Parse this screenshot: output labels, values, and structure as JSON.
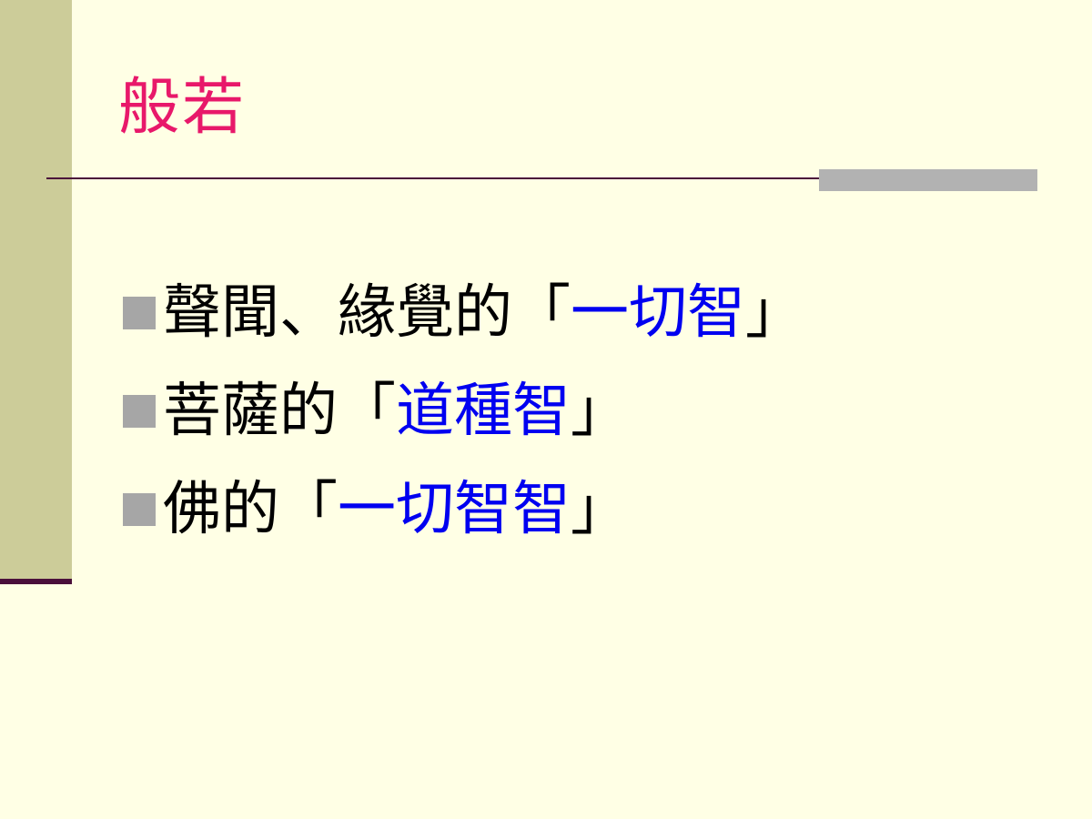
{
  "slide": {
    "title": "般若",
    "colors": {
      "background": "#FFFFE5",
      "left_bar": "#CCCC99",
      "left_bar_accent": "#4A0F3A",
      "title": "#E8186A",
      "rule": "#4A0F3A",
      "rule_block": "#B2B2B2",
      "bullet_marker": "#A6A6A6",
      "text": "#000000",
      "emphasis": "#0000F0"
    },
    "bullet_icon": "square-bullet-icon",
    "bullets": [
      {
        "segments": [
          {
            "text": "聲聞、緣覺的「",
            "emphasis": false
          },
          {
            "text": "一切智",
            "emphasis": true
          },
          {
            "text": "」",
            "emphasis": false
          }
        ]
      },
      {
        "segments": [
          {
            "text": "菩薩的「",
            "emphasis": false
          },
          {
            "text": "道種智",
            "emphasis": true
          },
          {
            "text": "」",
            "emphasis": false
          }
        ]
      },
      {
        "segments": [
          {
            "text": "佛的「",
            "emphasis": false
          },
          {
            "text": "一切智智",
            "emphasis": true
          },
          {
            "text": "」",
            "emphasis": false
          }
        ]
      }
    ]
  }
}
